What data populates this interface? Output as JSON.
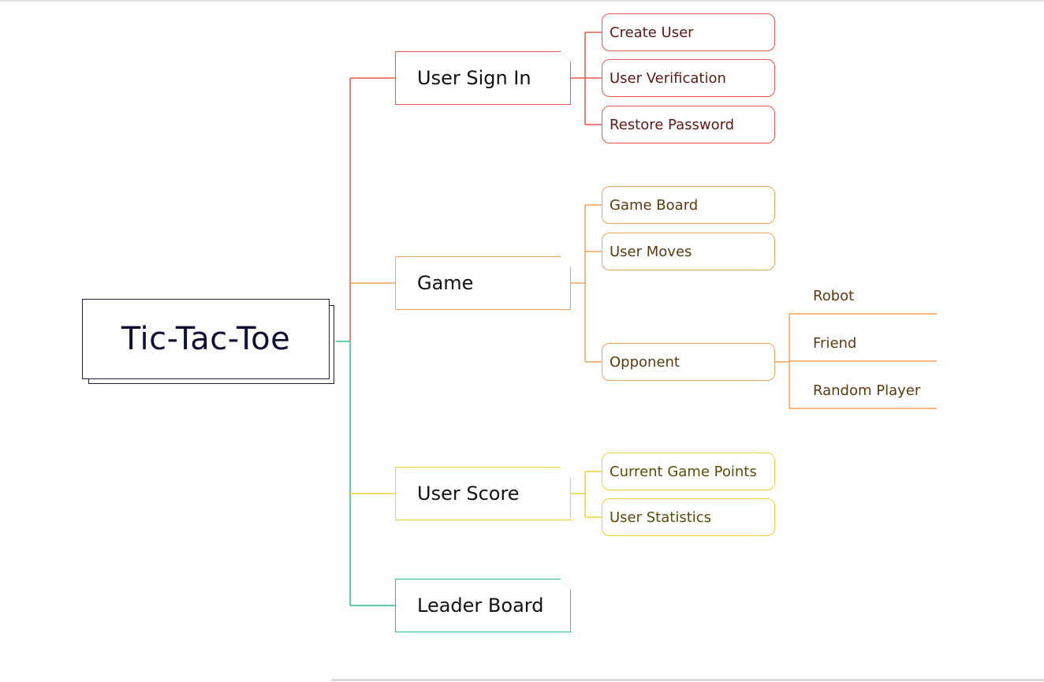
{
  "root": {
    "label": "Tic-Tac-Toe"
  },
  "branches": [
    {
      "label": "User Sign In",
      "color": "#e05a4f",
      "text_color": "#5a1a14",
      "children": [
        "Create User",
        "User Verification",
        "Restore Password"
      ]
    },
    {
      "label": "Game",
      "color": "#f0a35a",
      "text_color": "#5a3a10",
      "children": [
        "Game Board",
        "User Moves",
        "Opponent"
      ],
      "opponent_options": [
        "Robot",
        "Friend",
        "Random Player"
      ]
    },
    {
      "label": "User Score",
      "color": "#ecd23a",
      "text_color": "#5a4a08",
      "children": [
        "Current Game Points",
        "User Statistics"
      ]
    },
    {
      "label": "Leader Board",
      "color": "#2bbf8e",
      "text_color": "#0a3a2a",
      "children": []
    }
  ]
}
